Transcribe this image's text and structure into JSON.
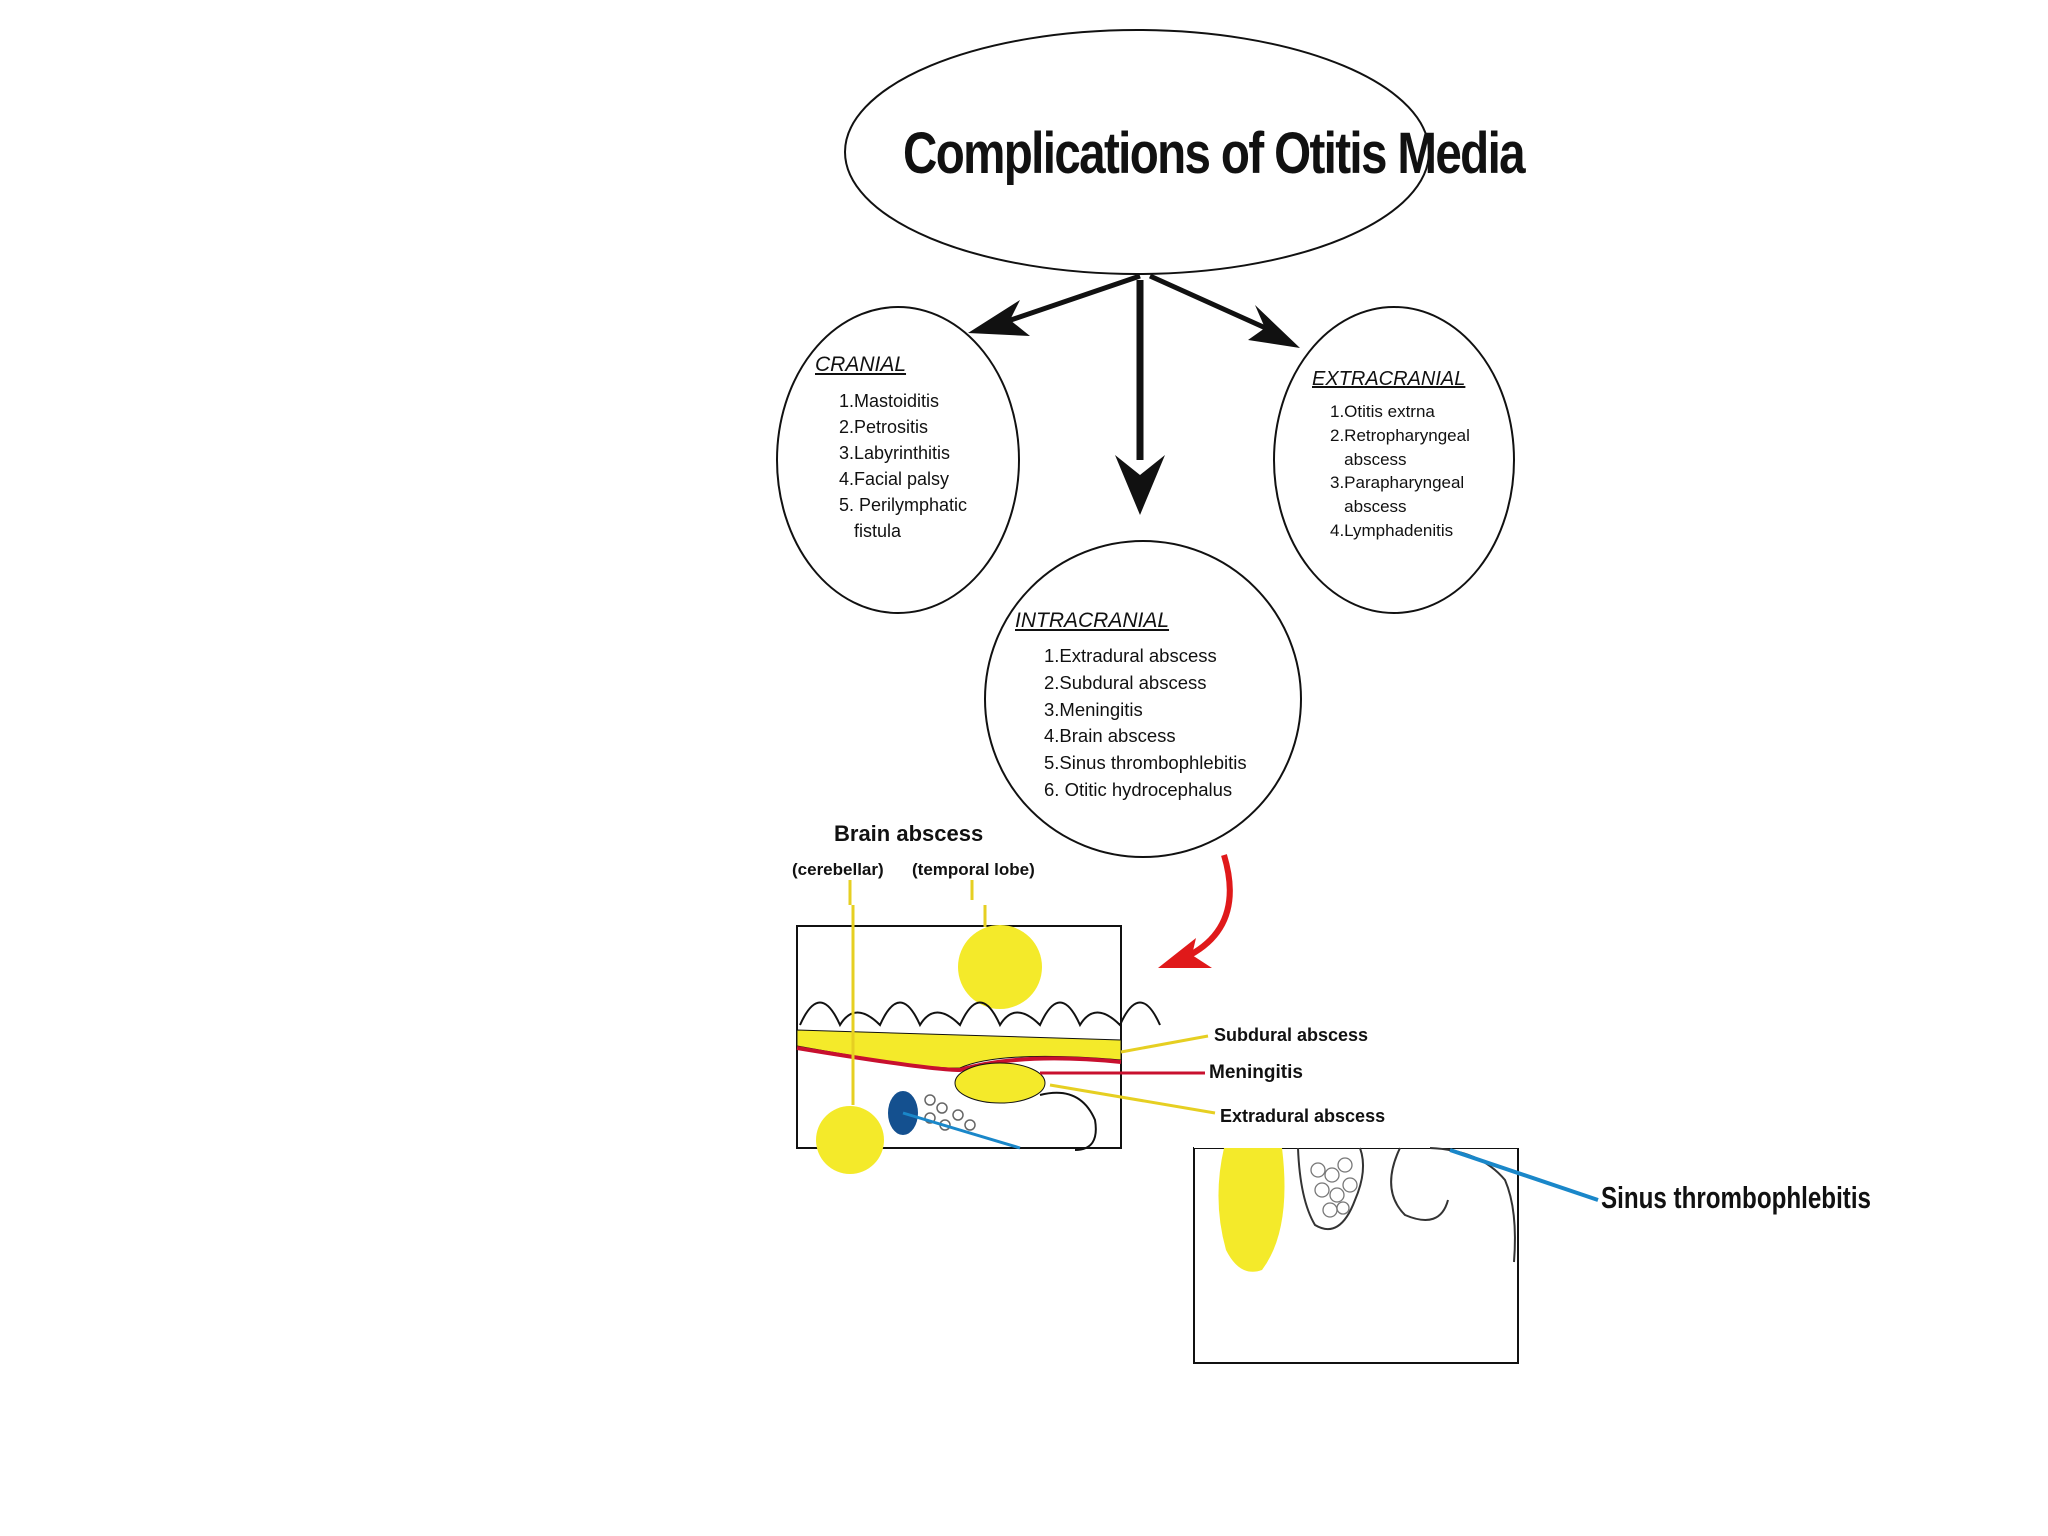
{
  "title": "Complications of Otitis Media",
  "cranial": {
    "heading": "CRANIAL",
    "items": [
      "1.Mastoiditis",
      "2.Petrositis",
      "3.Labyrinthitis",
      "4.Facial palsy",
      "5. Perilymphatic",
      "   fistula"
    ]
  },
  "extracranial": {
    "heading": "EXTRACRANIAL",
    "items": [
      "1.Otitis extrna",
      "2.Retropharyngeal",
      "   abscess",
      "3.Parapharyngeal",
      "   abscess",
      "4.Lymphadenitis"
    ]
  },
  "intracranial": {
    "heading": "INTRACRANIAL",
    "items": [
      "1.Extradural abscess",
      "2.Subdural abscess",
      "3.Meningitis",
      "4.Brain abscess",
      "5.Sinus thrombophlebitis",
      "6. Otitic hydrocephalus"
    ]
  },
  "figure": {
    "brain_abscess": "Brain abscess",
    "cerebellar": "(cerebellar)",
    "temporal_lobe": "(temporal lobe)",
    "subdural": "Subdural abscess",
    "meningitis": "Meningitis",
    "extradural": "Extradural abscess",
    "sinus": "Sinus thrombophlebitis"
  },
  "colors": {
    "abscess_yellow": "#f4ea2a",
    "meninges_red": "#c8102e",
    "arrow_red": "#e0191a",
    "sinus_blue": "#1a87c9",
    "vein_navy": "#14508f"
  }
}
